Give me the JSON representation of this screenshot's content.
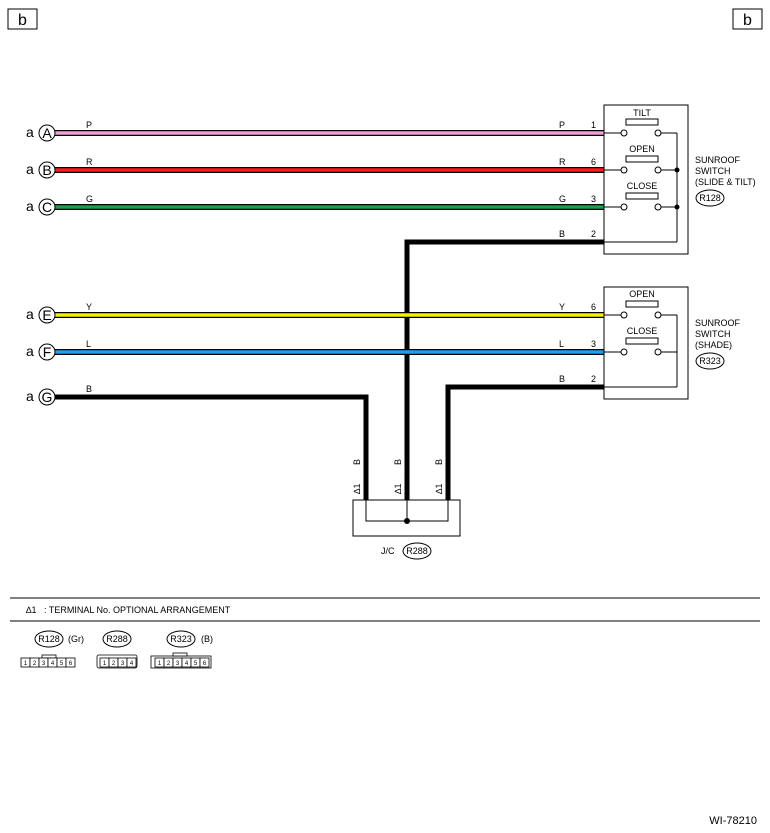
{
  "page": {
    "corner_left": "b",
    "corner_right": "b",
    "figure_id": "WI-78210"
  },
  "connectors": [
    {
      "prefix": "a",
      "letter": "A",
      "color": "P",
      "hex": "#f0a0d8",
      "pin": "1"
    },
    {
      "prefix": "a",
      "letter": "B",
      "color": "R",
      "hex": "#ff1a1a",
      "pin": "6"
    },
    {
      "prefix": "a",
      "letter": "C",
      "color": "G",
      "hex": "#1e9b4c",
      "pin": "3"
    },
    {
      "prefix": "a",
      "letter": "E",
      "color": "Y",
      "hex": "#f2f200",
      "pin": "6"
    },
    {
      "prefix": "a",
      "letter": "F",
      "color": "L",
      "hex": "#1ea0f0",
      "pin": "3"
    },
    {
      "prefix": "a",
      "letter": "G",
      "color": "B",
      "hex": "#000000",
      "pin": ""
    }
  ],
  "switch1": {
    "contacts": [
      "TILT",
      "OPEN",
      "CLOSE"
    ],
    "name_lines": [
      "SUNROOF",
      "SWITCH",
      "(SLIDE & TILT)"
    ],
    "code": "R128",
    "ground_color": "B",
    "ground_pin": "2"
  },
  "switch2": {
    "contacts": [
      "OPEN",
      "CLOSE"
    ],
    "name_lines": [
      "SUNROOF",
      "SWITCH",
      "(SHADE)"
    ],
    "code": "R323",
    "ground_color": "B",
    "ground_pin": "2"
  },
  "junction": {
    "label": "J/C",
    "code": "R288",
    "wire_color": "B",
    "mark": "∆1"
  },
  "note": {
    "mark": "∆1",
    "text": ": TERMINAL No. OPTIONAL ARRANGEMENT"
  },
  "legend": [
    {
      "code": "R128",
      "color": "(Gr)",
      "pins": [
        "1",
        "2",
        "3",
        "4",
        "5",
        "6"
      ]
    },
    {
      "code": "R288",
      "color": "",
      "pins": [
        "1",
        "2",
        "3",
        "4"
      ]
    },
    {
      "code": "R323",
      "color": "(B)",
      "pins": [
        "1",
        "2",
        "3",
        "4",
        "5",
        "6"
      ]
    }
  ]
}
